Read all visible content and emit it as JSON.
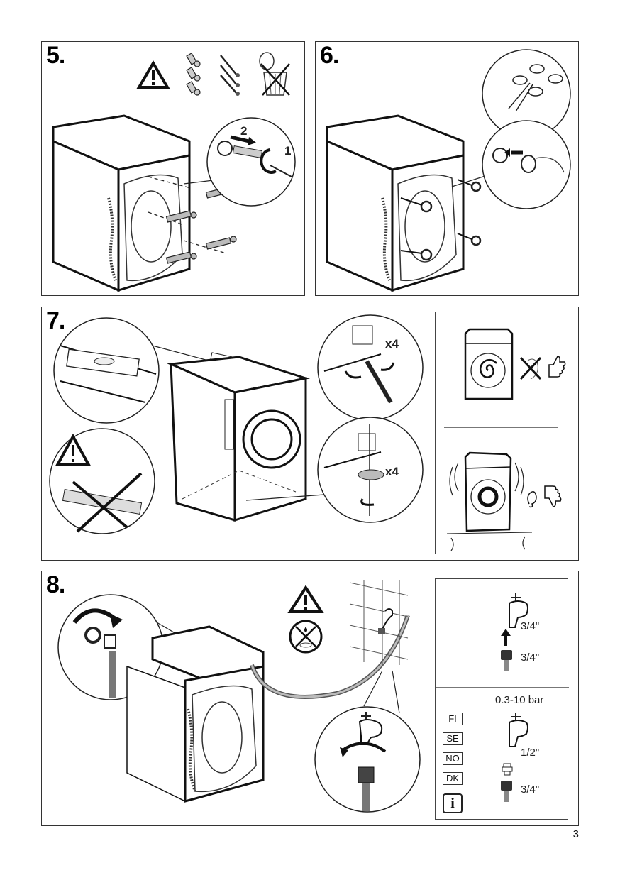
{
  "page": {
    "number": "3"
  },
  "steps": [
    {
      "number": "5.",
      "callout": {
        "labels": [
          "2",
          "1"
        ]
      },
      "warning_box": {
        "icons": [
          "warning-icon",
          "plastic-spacers-icon",
          "bolts-icon",
          "do-not-discard-icon"
        ]
      }
    },
    {
      "number": "6."
    },
    {
      "number": "7.",
      "callouts": [
        {
          "label": "x4"
        },
        {
          "label": "x4"
        }
      ],
      "side_panel": {
        "top": {
          "meaning": "stable-quiet",
          "icons": [
            "no-noise-icon",
            "thumbs-up-icon"
          ]
        },
        "bottom": {
          "meaning": "vibrating-noisy",
          "icons": [
            "ear-icon",
            "thumbs-down-icon"
          ]
        }
      }
    },
    {
      "number": "8.",
      "side_panel": {
        "tap_thread": "3/4\"",
        "hose_thread": "3/4\"",
        "pressure": "0.3-10 bar",
        "countries": [
          "FI",
          "SE",
          "NO",
          "DK"
        ],
        "info_icon": "i",
        "alt_tap_thread": "1/2\"",
        "alt_hose_thread": "3/4\""
      }
    }
  ]
}
